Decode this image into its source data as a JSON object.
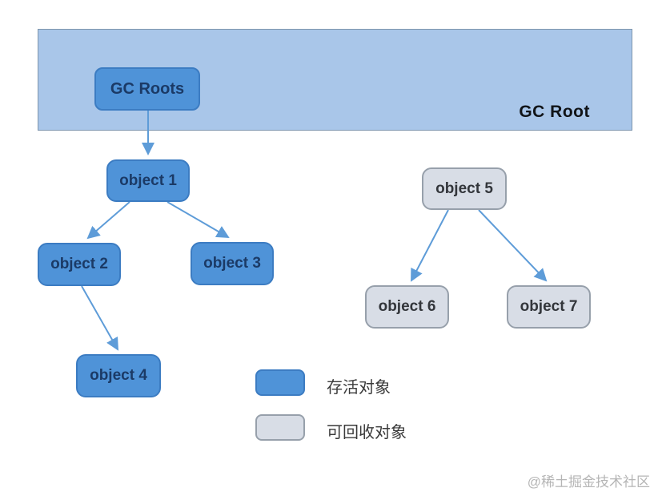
{
  "diagram": {
    "banner_label": "GC Root",
    "nodes": [
      {
        "id": "gc-roots",
        "label": "GC Roots",
        "type": "live"
      },
      {
        "id": "object1",
        "label": "object 1",
        "type": "live"
      },
      {
        "id": "object2",
        "label": "object 2",
        "type": "live"
      },
      {
        "id": "object3",
        "label": "object 3",
        "type": "live"
      },
      {
        "id": "object4",
        "label": "object 4",
        "type": "live"
      },
      {
        "id": "object5",
        "label": "object 5",
        "type": "recyclable"
      },
      {
        "id": "object6",
        "label": "object 6",
        "type": "recyclable"
      },
      {
        "id": "object7",
        "label": "object 7",
        "type": "recyclable"
      }
    ],
    "edges": [
      [
        "gc-roots",
        "object1"
      ],
      [
        "object1",
        "object2"
      ],
      [
        "object1",
        "object3"
      ],
      [
        "object2",
        "object4"
      ],
      [
        "object5",
        "object6"
      ],
      [
        "object5",
        "object7"
      ]
    ]
  },
  "legend": {
    "items": [
      {
        "label": "存活对象",
        "type": "live"
      },
      {
        "label": "可回收对象",
        "type": "recyclable"
      }
    ]
  },
  "watermark": "@稀土掘金技术社区",
  "colors": {
    "banner_fill": "#a9c6e9",
    "banner_border": "#7d95ad",
    "live_fill": "#4f93d8",
    "live_border": "#3c7cc2",
    "live_text": "#1b3a66",
    "recyclable_fill": "#d8dde6",
    "recyclable_border": "#97a0ab",
    "arrow": "#5e9cd8"
  }
}
